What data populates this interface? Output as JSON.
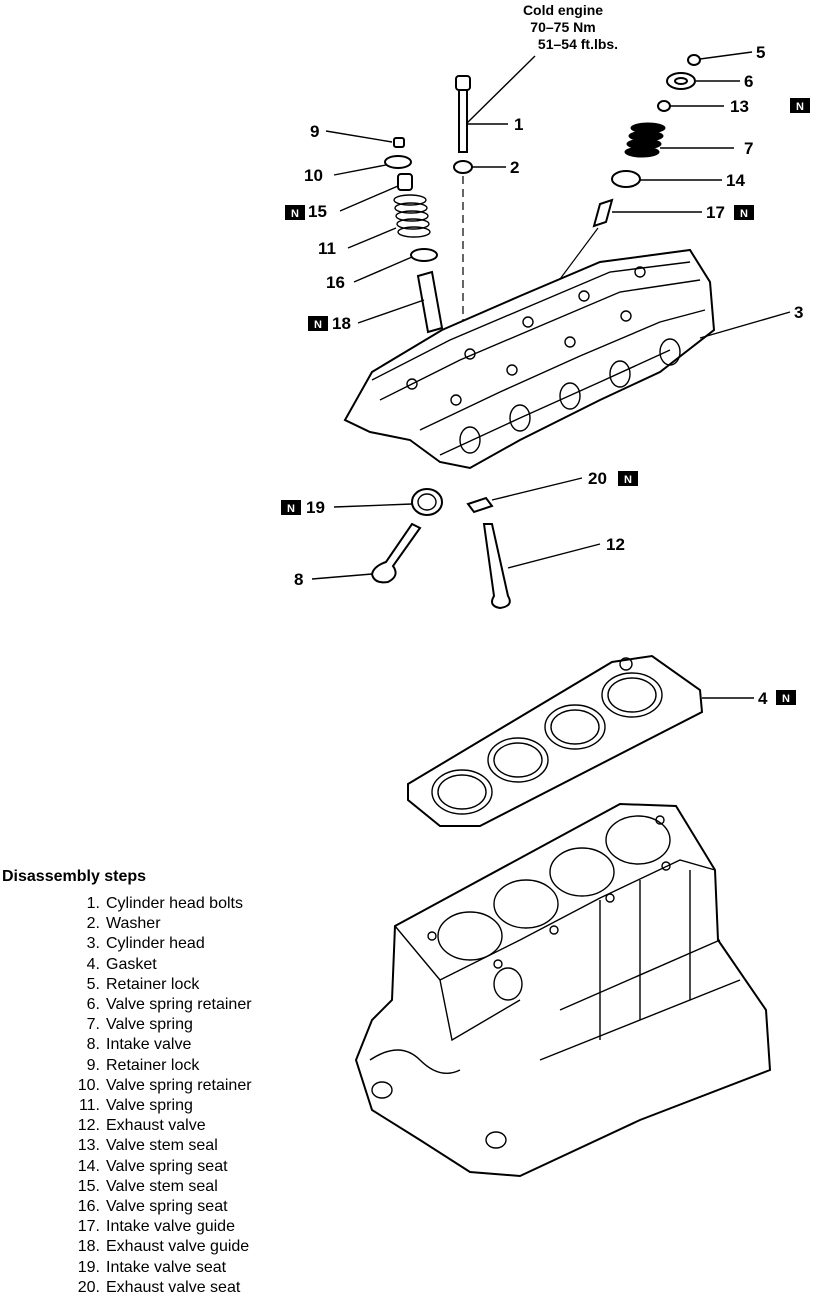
{
  "torque_spec": {
    "line1": "Cold engine",
    "line2": "70–75 Nm",
    "line3": "51–54 ft.lbs."
  },
  "badge_letter": "N",
  "callouts": [
    {
      "id": "c1",
      "label": "1",
      "badge": false
    },
    {
      "id": "c2",
      "label": "2",
      "badge": false
    },
    {
      "id": "c3",
      "label": "3",
      "badge": false
    },
    {
      "id": "c4",
      "label": "4",
      "badge": true
    },
    {
      "id": "c5",
      "label": "5",
      "badge": false
    },
    {
      "id": "c6",
      "label": "6",
      "badge": false
    },
    {
      "id": "c7",
      "label": "7",
      "badge": false
    },
    {
      "id": "c8",
      "label": "8",
      "badge": false
    },
    {
      "id": "c9",
      "label": "9",
      "badge": false
    },
    {
      "id": "c10",
      "label": "10",
      "badge": false
    },
    {
      "id": "c11",
      "label": "11",
      "badge": false
    },
    {
      "id": "c12",
      "label": "12",
      "badge": false
    },
    {
      "id": "c13",
      "label": "13",
      "badge": true
    },
    {
      "id": "c14",
      "label": "14",
      "badge": false
    },
    {
      "id": "c15",
      "label": "15",
      "badge": true
    },
    {
      "id": "c16",
      "label": "16",
      "badge": false
    },
    {
      "id": "c17",
      "label": "17",
      "badge": true
    },
    {
      "id": "c18",
      "label": "18",
      "badge": true
    },
    {
      "id": "c19",
      "label": "19",
      "badge": true
    },
    {
      "id": "c20",
      "label": "20",
      "badge": true
    }
  ],
  "steps_title": "Disassembly steps",
  "steps": [
    {
      "num": "1.",
      "text": "Cylinder head bolts"
    },
    {
      "num": "2.",
      "text": "Washer"
    },
    {
      "num": "3.",
      "text": "Cylinder head"
    },
    {
      "num": "4.",
      "text": "Gasket"
    },
    {
      "num": "5.",
      "text": "Retainer lock"
    },
    {
      "num": "6.",
      "text": "Valve spring retainer"
    },
    {
      "num": "7.",
      "text": "Valve spring"
    },
    {
      "num": "8.",
      "text": "Intake valve"
    },
    {
      "num": "9.",
      "text": "Retainer lock"
    },
    {
      "num": "10.",
      "text": "Valve spring retainer"
    },
    {
      "num": "11.",
      "text": "Valve spring"
    },
    {
      "num": "12.",
      "text": "Exhaust valve"
    },
    {
      "num": "13.",
      "text": "Valve stem seal"
    },
    {
      "num": "14.",
      "text": "Valve spring seat"
    },
    {
      "num": "15.",
      "text": "Valve stem seal"
    },
    {
      "num": "16.",
      "text": "Valve spring seat"
    },
    {
      "num": "17.",
      "text": "Intake valve guide"
    },
    {
      "num": "18.",
      "text": "Exhaust valve guide"
    },
    {
      "num": "19.",
      "text": "Intake valve seat"
    },
    {
      "num": "20.",
      "text": "Exhaust valve seat"
    }
  ]
}
